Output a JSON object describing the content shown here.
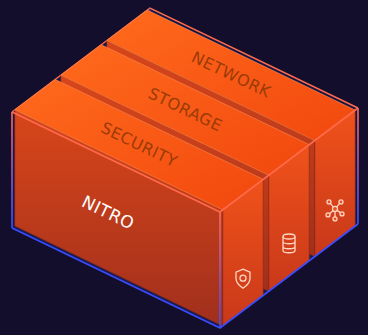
{
  "diagram": {
    "nodes": [
      {
        "text": [
          "SECURITY",
          "NITRO"
        ]
      },
      {
        "text": [
          "STORAGE"
        ]
      },
      {
        "text": [
          "NETWORK"
        ]
      }
    ]
  }
}
